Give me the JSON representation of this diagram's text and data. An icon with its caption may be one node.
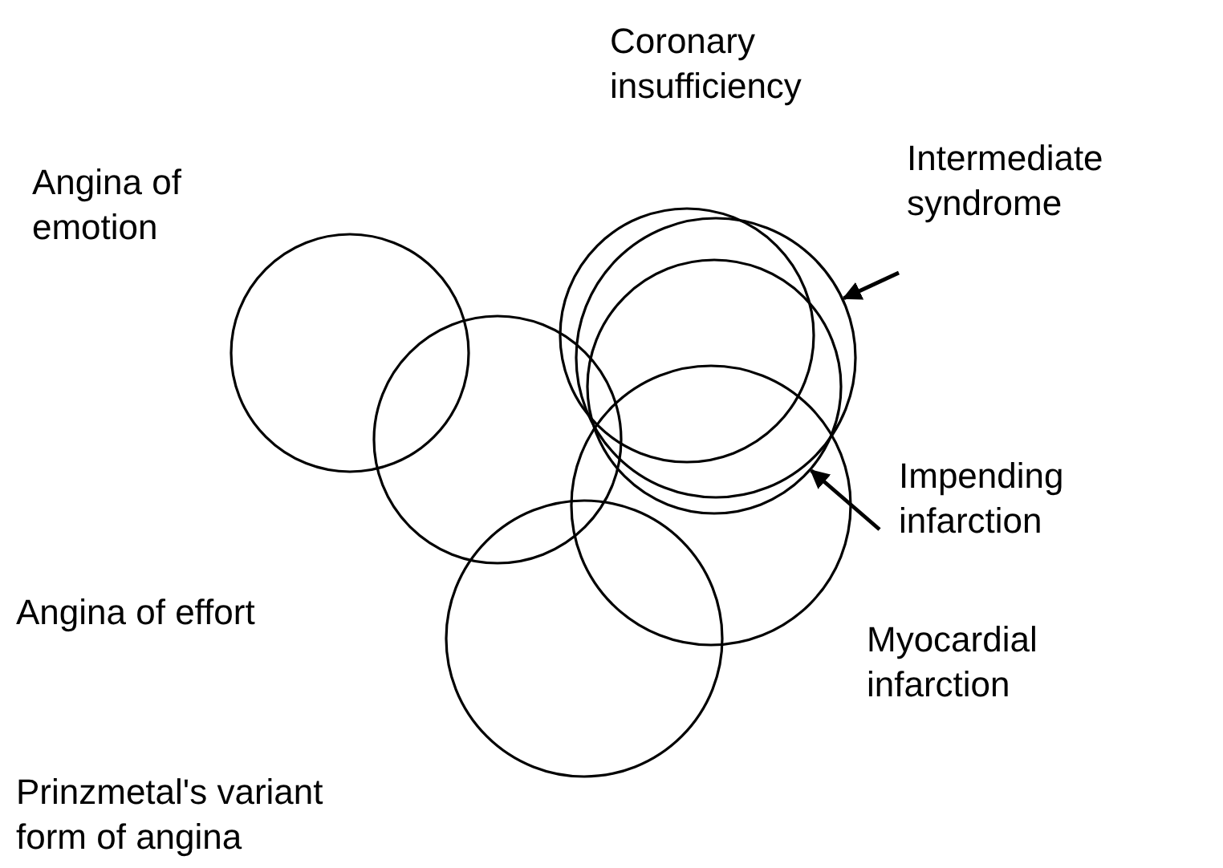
{
  "diagram": {
    "nodes": [
      {
        "text": [],
        "shape": "circle",
        "beside": [
          "Angina of emotion"
        ]
      },
      {
        "text": [],
        "shape": "circle",
        "beside": [
          "Angina of effort"
        ]
      },
      {
        "text": [],
        "shape": "circle",
        "beside": [
          "Prinzmetal's variant form of angina"
        ]
      },
      {
        "text": [],
        "shape": "circle",
        "beside": [
          "Coronary insufficiency"
        ]
      },
      {
        "text": [],
        "shape": "circle"
      },
      {
        "text": [],
        "shape": "circle"
      },
      {
        "text": [],
        "shape": "circle",
        "beside": [
          "Myocardial infarction"
        ]
      },
      {
        "text": [
          "Intermediate syndrome"
        ]
      },
      {
        "text": [
          "Impending infarction"
        ]
      }
    ],
    "edges": [
      {
        "from": 7,
        "to": 4,
        "arrow": "to"
      },
      {
        "from": 8,
        "to": 5,
        "arrow": "to"
      }
    ]
  }
}
